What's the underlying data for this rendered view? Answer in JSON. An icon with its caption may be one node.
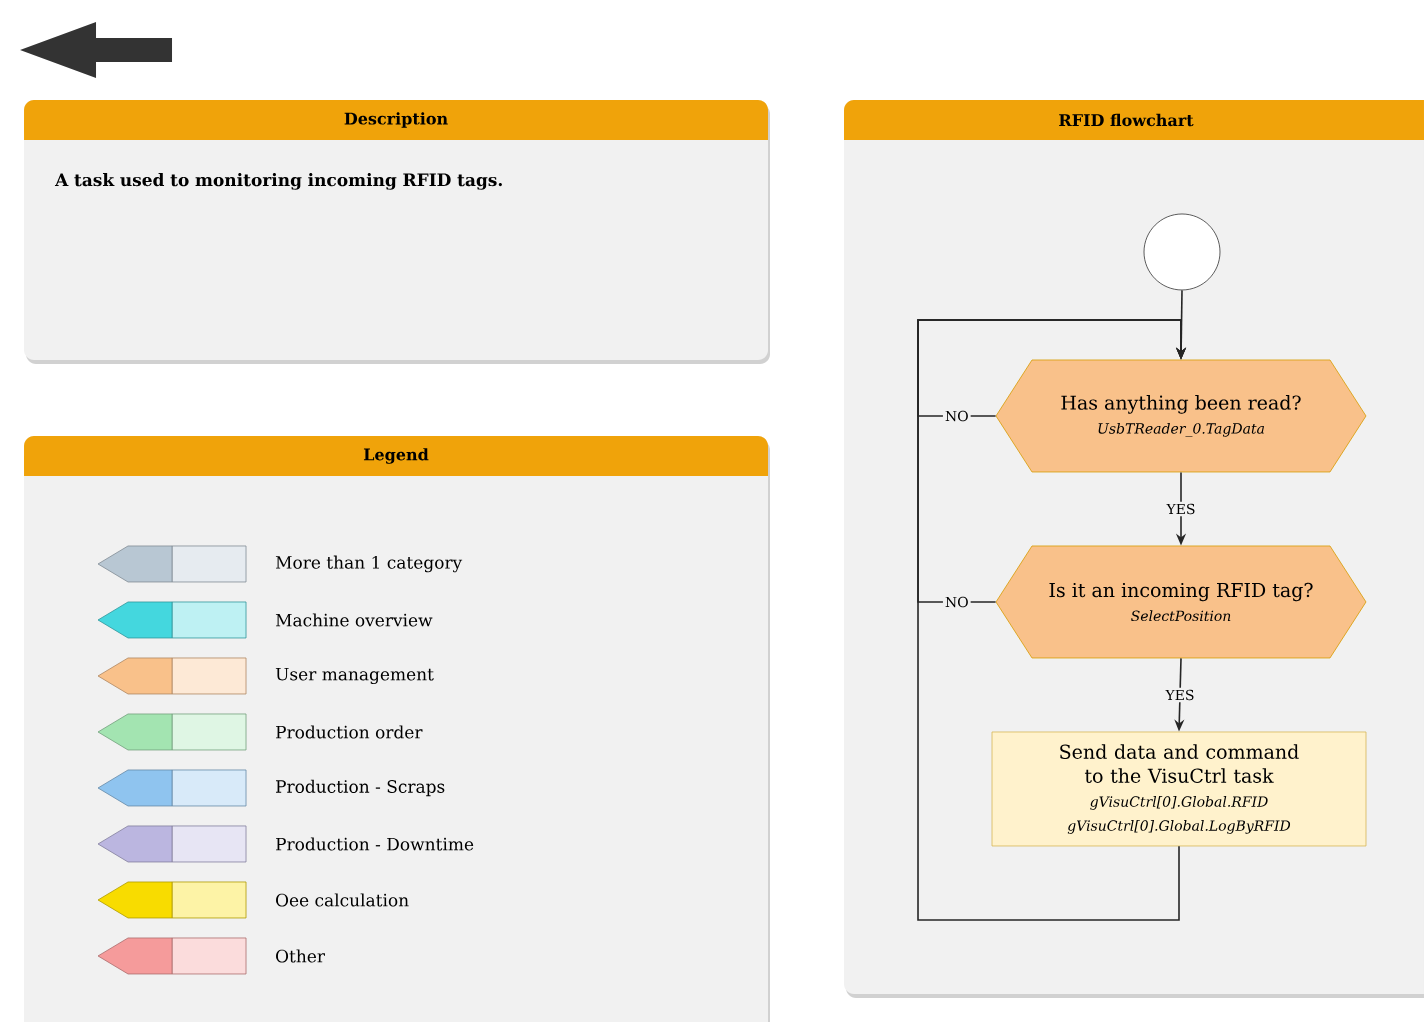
{
  "diagram": {
    "nodes": [
      {
        "text": [
          "Description",
          "A task used to monitoring incoming RFID tags."
        ]
      },
      {
        "text": [
          "Legend"
        ]
      },
      {
        "text": [
          "RFID flowchart"
        ]
      },
      {
        "text": [],
        "shape": "circle",
        "in": 2
      },
      {
        "text": [
          "Has anything been read?",
          "UsbTReader_0.TagData"
        ],
        "in": 2
      },
      {
        "text": [
          "Is it an incoming RFID tag?",
          "SelectPosition"
        ],
        "in": 2
      },
      {
        "text": [
          "Send data and command to the VisuCtrl task",
          "gVisuCtrl[0].Global.RFID",
          "gVisuCtrl[0].Global.LogByRFID"
        ],
        "in": 2
      }
    ],
    "edges": [
      {
        "from": 3,
        "to": 4,
        "arrow": "to"
      },
      {
        "from": 4,
        "to": 5,
        "arrow": "to",
        "label": "YES"
      },
      {
        "from": 5,
        "to": 6,
        "arrow": "to",
        "label": "YES"
      },
      {
        "from": 4,
        "to": 4,
        "arrow": "to",
        "label": "NO"
      },
      {
        "from": 5,
        "to": 4,
        "arrow": "to",
        "label": "NO"
      },
      {
        "from": 6,
        "to": 4,
        "arrow": "to"
      }
    ],
    "legend": [
      {
        "text": "More than 1 category",
        "color": "#b8c7d3"
      },
      {
        "text": "Machine overview",
        "color": "#44d7de"
      },
      {
        "text": "User management",
        "color": "#f9c18a"
      },
      {
        "text": "Production order",
        "color": "#a3e4b1"
      },
      {
        "text": "Production - Scraps",
        "color": "#8fc4ef"
      },
      {
        "text": "Production - Downtime",
        "color": "#bbb6e0"
      },
      {
        "text": "Oee calculation",
        "color": "#f8dc00"
      },
      {
        "text": "Other",
        "color": "#f59b9b"
      }
    ]
  }
}
